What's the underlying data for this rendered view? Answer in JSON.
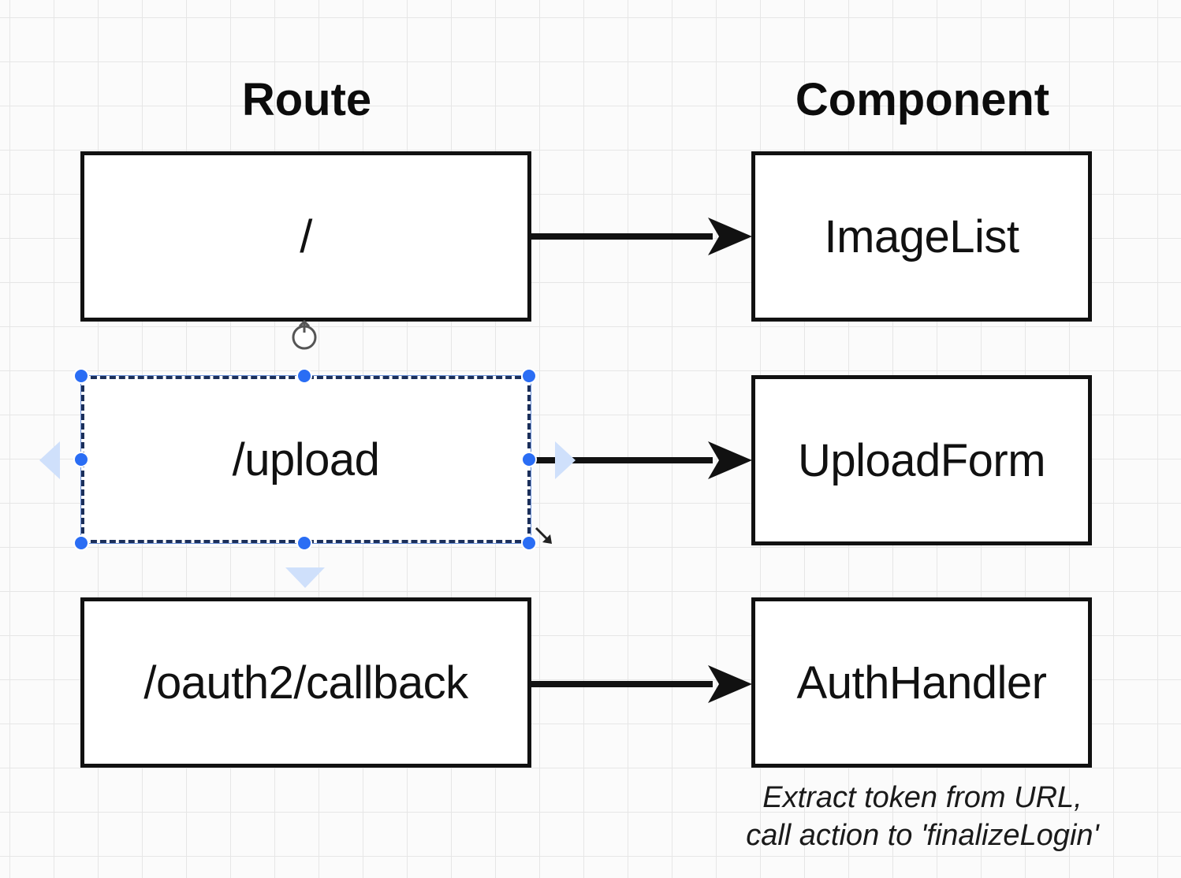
{
  "headings": {
    "route": "Route",
    "component": "Component"
  },
  "rows": [
    {
      "route": "/",
      "component": "ImageList"
    },
    {
      "route": "/upload",
      "component": "UploadForm"
    },
    {
      "route": "/oauth2/callback",
      "component": "AuthHandler"
    }
  ],
  "note": {
    "line1": "Extract token from URL,",
    "line2": "call action to 'finalizeLogin'"
  },
  "selection": {
    "selected_row": 1,
    "handle_color": "#2a6df4",
    "hint_arrow_color": "#cfe0fb"
  },
  "icons": [
    "rotate-handle-icon",
    "resize-cursor-icon",
    "connect-left-arrow-icon",
    "connect-right-arrow-icon",
    "connect-down-arrow-icon"
  ],
  "colors": {
    "stroke": "#111111",
    "canvas": "#fbfbfb",
    "grid": "#e6e6e6"
  }
}
